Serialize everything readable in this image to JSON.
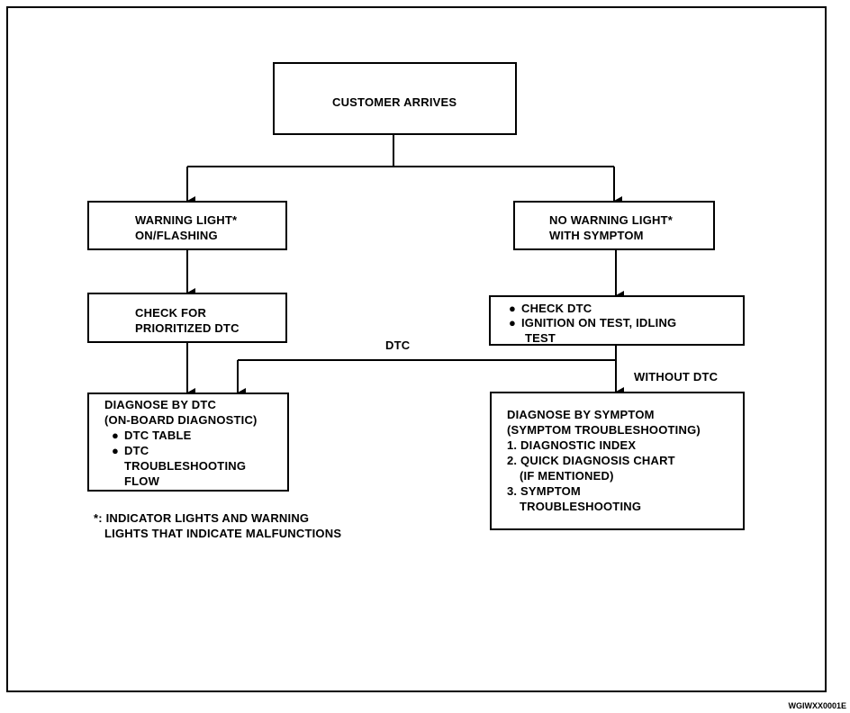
{
  "nodes": {
    "customer_arrives": "CUSTOMER ARRIVES",
    "warning_light": {
      "line1": "WARNING LIGHT*",
      "line2": "ON/FLASHING"
    },
    "no_warning_light": {
      "line1": "NO WARNING LIGHT*",
      "line2": "WITH SYMPTOM"
    },
    "check_prioritized": {
      "line1": "CHECK FOR",
      "line2": "PRIORITIZED DTC"
    },
    "check_dtc": {
      "item1": "CHECK DTC",
      "item2_line1": "IGNITION ON TEST, IDLING",
      "item2_line2": "TEST"
    },
    "diagnose_dtc": {
      "line1": "DIAGNOSE BY DTC",
      "line2": "(ON-BOARD DIAGNOSTIC)",
      "item1": "DTC TABLE",
      "item2_line1": "DTC",
      "item2_line2": "TROUBLESHOOTING",
      "item2_line3": "FLOW"
    },
    "diagnose_symptom": {
      "line1": "DIAGNOSE BY SYMPTOM",
      "line2": "(SYMPTOM TROUBLESHOOTING)",
      "item1": "1. DIAGNOSTIC INDEX",
      "item2_line1": "2. QUICK DIAGNOSIS CHART",
      "item2_line2": "(IF MENTIONED)",
      "item3_line1": "3. SYMPTOM",
      "item3_line2": "TROUBLESHOOTING"
    }
  },
  "edge_labels": {
    "dtc": "DTC",
    "without_dtc": "WITHOUT DTC"
  },
  "footnote": {
    "line1": "*: INDICATOR LIGHTS AND WARNING",
    "line2": "LIGHTS THAT INDICATE MALFUNCTIONS"
  },
  "figure_code": "WGIWXX0001E"
}
